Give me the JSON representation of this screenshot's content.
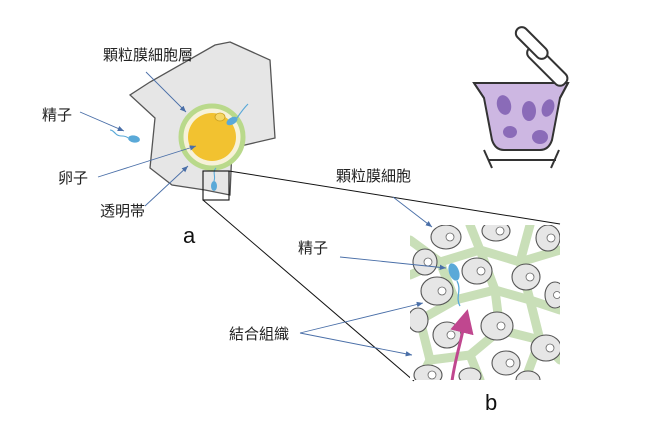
{
  "labels": {
    "granulosa_layer": "顆粒膜細胞層",
    "sperm_left": "精子",
    "egg": "卵子",
    "zona_pellucida": "透明帯",
    "panel_a": "a",
    "granulosa_cell": "顆粒膜細胞",
    "sperm_right": "精子",
    "connective_tissue": "結合組織",
    "panel_b": "b"
  },
  "icons": {
    "mortar": "mortar-pestle-icon"
  },
  "colors": {
    "cell_fill": "#e6e6e6",
    "cell_stroke": "#555555",
    "egg_yellow": "#f2c230",
    "zona_green": "#b9d98b",
    "sperm_blue": "#5aa9d8",
    "connective_green": "#c9dfb8",
    "arrow_magenta": "#c0478f",
    "mortar_purple": "#cdb7e2",
    "mortar_dots": "#8a6bb8",
    "pointer_blue": "#4a6fa8"
  }
}
